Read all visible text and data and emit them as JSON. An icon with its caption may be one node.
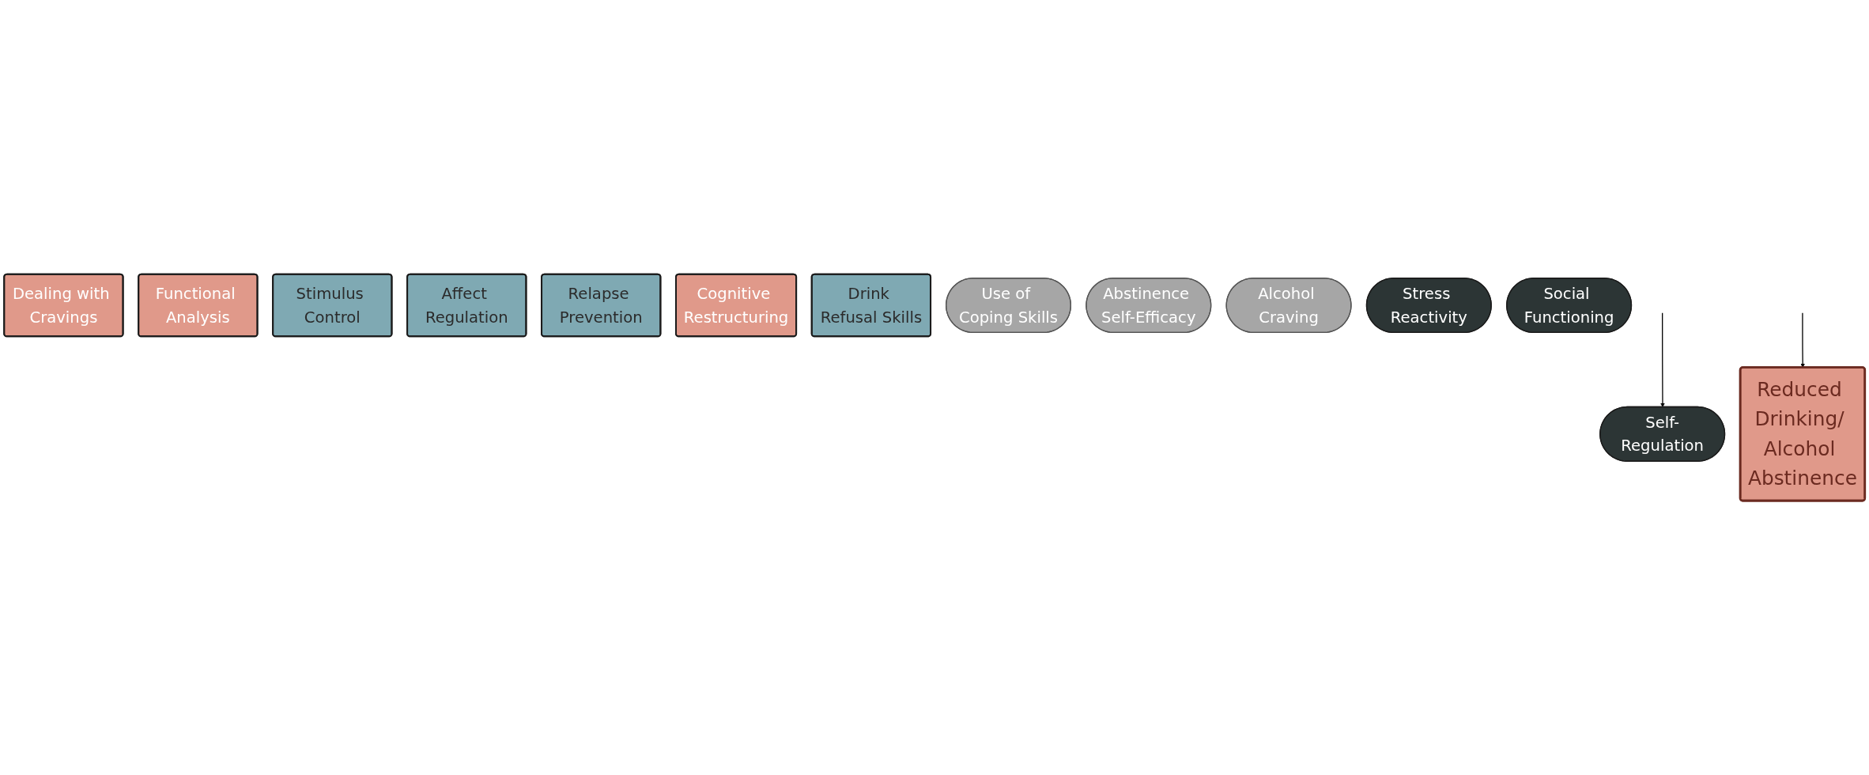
{
  "diagram": {
    "nodes": [
      {
        "text": [
          "Dealing with Cravings"
        ]
      },
      {
        "text": [
          "Functional Analysis"
        ]
      },
      {
        "text": [
          "Stimulus Control"
        ]
      },
      {
        "text": [
          "Affect Regulation"
        ]
      },
      {
        "text": [
          "Relapse Prevention"
        ]
      },
      {
        "text": [
          "Cognitive Restructuring"
        ]
      },
      {
        "text": [
          "Drink Refusal Skills"
        ]
      },
      {
        "text": [
          "Use of Coping Skills"
        ]
      },
      {
        "text": [
          "Abstinence Self-Efficacy"
        ]
      },
      {
        "text": [
          "Alcohol Craving"
        ]
      },
      {
        "text": [
          "Self-Regulation"
        ]
      },
      {
        "text": [
          "Stress Reactivity"
        ]
      },
      {
        "text": [
          "Social Functioning"
        ]
      },
      {
        "text": [
          "Reduced Drinking/ Alcohol Abstinence"
        ]
      }
    ],
    "edges": [
      {
        "from": null,
        "to": 10,
        "arrow": "to"
      },
      {
        "from": null,
        "to": 13,
        "arrow": "to"
      }
    ]
  }
}
